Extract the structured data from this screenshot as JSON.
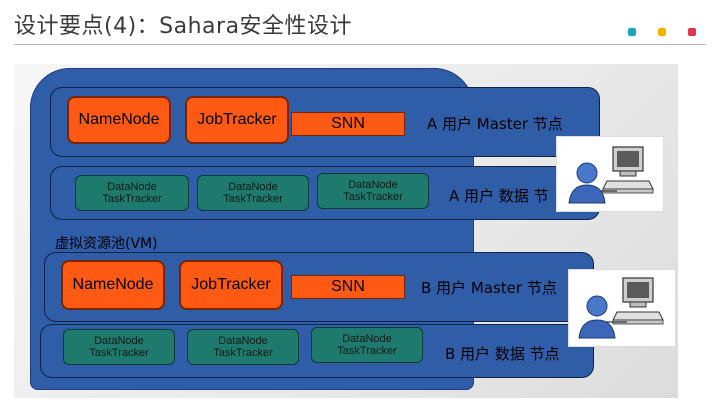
{
  "slide": {
    "title": "设计要点(4)：Sahara安全性设计",
    "dots": [
      "#1aa8b8",
      "#f2b400",
      "#e0344a"
    ]
  },
  "pool_label": "虚拟资源池(VM)",
  "groups": {
    "a_master": {
      "namenode": "NameNode",
      "jobtracker": "JobTracker",
      "snn": "SNN",
      "label": "A 用户  Master 节点"
    },
    "a_data": {
      "nodes": [
        {
          "line1": "DataNode",
          "line2": "TaskTracker"
        },
        {
          "line1": "DataNode",
          "line2": "TaskTracker"
        },
        {
          "line1": "DataNode",
          "line2": "TaskTracker"
        }
      ],
      "label": "A 用户  数据  节"
    },
    "b_master": {
      "namenode": "NameNode",
      "jobtracker": "JobTracker",
      "snn": "SNN",
      "label": "B 用户  Master 节点"
    },
    "b_data": {
      "nodes": [
        {
          "line1": "DataNode",
          "line2": "TaskTracker"
        },
        {
          "line1": "DataNode",
          "line2": "TaskTracker"
        },
        {
          "line1": "DataNode",
          "line2": "TaskTracker"
        }
      ],
      "label": "B 用户  数据  节点"
    }
  },
  "icons": [
    "user-computer-icon",
    "user-computer-icon"
  ]
}
